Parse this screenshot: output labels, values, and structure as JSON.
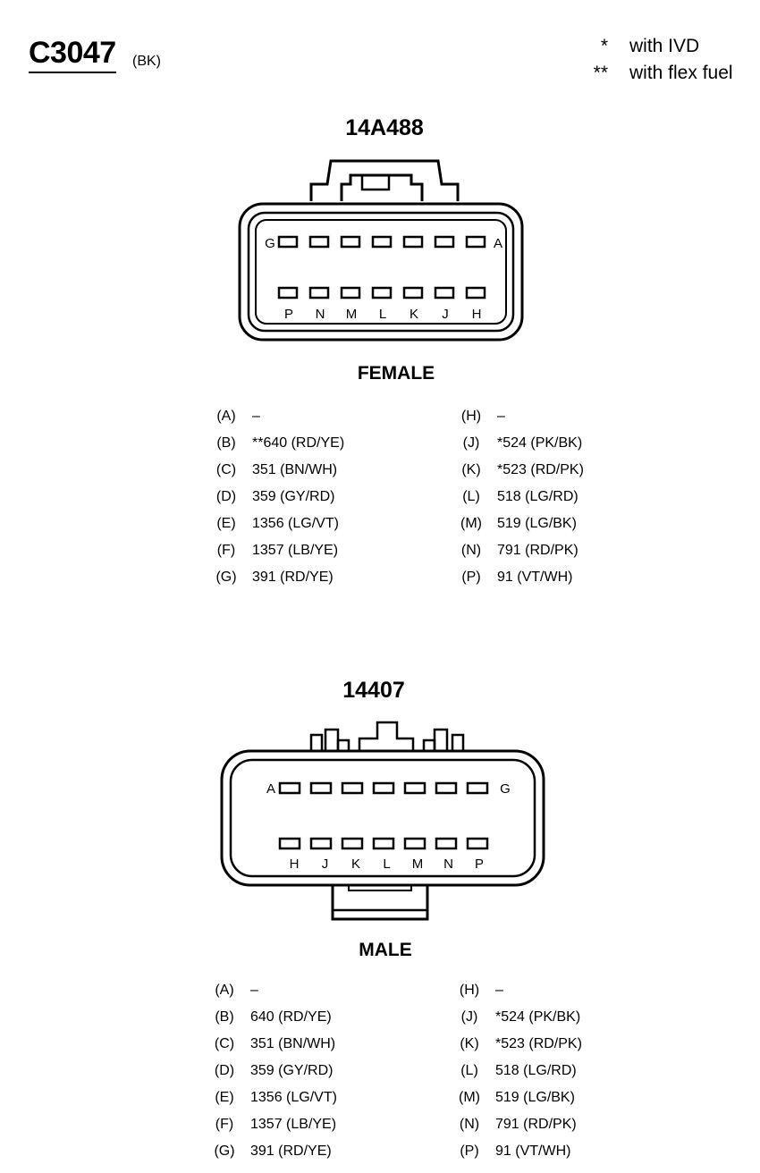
{
  "header": {
    "connector_id": "C3047",
    "color_code": "(BK)",
    "legend": [
      {
        "mark": "*",
        "text": "with IVD"
      },
      {
        "mark": "**",
        "text": "with flex fuel"
      }
    ]
  },
  "female": {
    "part_number": "14A488",
    "gender_label": "FEMALE",
    "top_row_end_labels": [
      "G",
      "A"
    ],
    "bottom_row_labels": [
      "P",
      "N",
      "M",
      "L",
      "K",
      "J",
      "H"
    ],
    "pins_left": [
      {
        "pin": "(A)",
        "value": "–"
      },
      {
        "pin": "(B)",
        "value": "**640 (RD/YE)"
      },
      {
        "pin": "(C)",
        "value": "351 (BN/WH)"
      },
      {
        "pin": "(D)",
        "value": "359 (GY/RD)"
      },
      {
        "pin": "(E)",
        "value": "1356 (LG/VT)"
      },
      {
        "pin": "(F)",
        "value": "1357 (LB/YE)"
      },
      {
        "pin": "(G)",
        "value": "391 (RD/YE)"
      }
    ],
    "pins_right": [
      {
        "pin": "(H)",
        "value": "–"
      },
      {
        "pin": "(J)",
        "value": "*524 (PK/BK)"
      },
      {
        "pin": "(K)",
        "value": "*523 (RD/PK)"
      },
      {
        "pin": "(L)",
        "value": "518 (LG/RD)"
      },
      {
        "pin": "(M)",
        "value": "519 (LG/BK)"
      },
      {
        "pin": "(N)",
        "value": "791 (RD/PK)"
      },
      {
        "pin": "(P)",
        "value": "91 (VT/WH)"
      }
    ]
  },
  "male": {
    "part_number": "14407",
    "gender_label": "MALE",
    "top_row_end_labels": [
      "A",
      "G"
    ],
    "bottom_row_labels": [
      "H",
      "J",
      "K",
      "L",
      "M",
      "N",
      "P"
    ],
    "pins_left": [
      {
        "pin": "(A)",
        "value": "–"
      },
      {
        "pin": "(B)",
        "value": "640 (RD/YE)"
      },
      {
        "pin": "(C)",
        "value": "351 (BN/WH)"
      },
      {
        "pin": "(D)",
        "value": "359 (GY/RD)"
      },
      {
        "pin": "(E)",
        "value": "1356 (LG/VT)"
      },
      {
        "pin": "(F)",
        "value": "1357 (LB/YE)"
      },
      {
        "pin": "(G)",
        "value": "391 (RD/YE)"
      }
    ],
    "pins_right": [
      {
        "pin": "(H)",
        "value": "–"
      },
      {
        "pin": "(J)",
        "value": "*524 (PK/BK)"
      },
      {
        "pin": "(K)",
        "value": "*523 (RD/PK)"
      },
      {
        "pin": "(L)",
        "value": "518 (LG/RD)"
      },
      {
        "pin": "(M)",
        "value": "519 (LG/BK)"
      },
      {
        "pin": "(N)",
        "value": "791 (RD/PK)"
      },
      {
        "pin": "(P)",
        "value": "91 (VT/WH)"
      }
    ]
  }
}
